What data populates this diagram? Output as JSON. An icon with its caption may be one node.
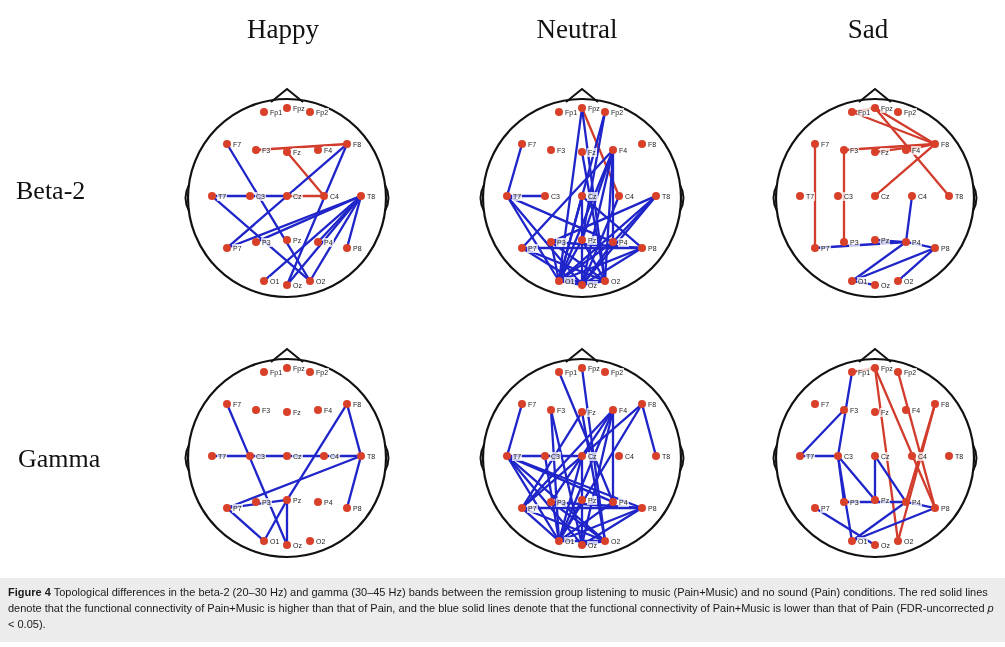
{
  "diagram": {
    "caption": "**Figure 4** Topological differences in the beta-2 (20–30 Hz) and gamma (30–45 Hz) bands between the remission group listening to music (Pain+Music) and no sound (Pain) conditions. The red solid lines denote that the functional connectivity of Pain+Music is higher than that of Pain, and the blue solid lines denote that the functional connectivity of Pain+Music is lower than that of Pain (FDR-uncorrected *p* < 0.05).",
    "nodes": [
      {
        "text": [],
        "shape": "circle"
      },
      {
        "text": [
          "Fp1"
        ],
        "in": 0
      },
      {
        "text": [
          "Fpz"
        ],
        "in": 0
      },
      {
        "text": [
          "Fp2"
        ],
        "in": 0
      },
      {
        "text": [
          "F7"
        ],
        "in": 0
      },
      {
        "text": [
          "F3"
        ],
        "in": 0
      },
      {
        "text": [
          "Fz"
        ],
        "in": 0
      },
      {
        "text": [
          "F4"
        ],
        "in": 0
      },
      {
        "text": [
          "F8"
        ],
        "in": 0
      },
      {
        "text": [
          "T7"
        ],
        "in": 0
      },
      {
        "text": [
          "C3"
        ],
        "in": 0
      },
      {
        "text": [
          "Cz"
        ],
        "in": 0
      },
      {
        "text": [
          "C4"
        ],
        "in": 0
      },
      {
        "text": [
          "T8"
        ],
        "in": 0
      },
      {
        "text": [
          "P7"
        ],
        "in": 0
      },
      {
        "text": [
          "P3"
        ],
        "in": 0
      },
      {
        "text": [
          "Pz"
        ],
        "in": 0
      },
      {
        "text": [
          "P4"
        ],
        "in": 0
      },
      {
        "text": [
          "P8"
        ],
        "in": 0
      },
      {
        "text": [
          "O1"
        ],
        "in": 0
      },
      {
        "text": [
          "Oz"
        ],
        "in": 0
      },
      {
        "text": [
          "O2"
        ],
        "in": 0
      },
      {
        "text": [],
        "shape": "circle"
      },
      {
        "text": [
          "Fp1"
        ],
        "in": 22
      },
      {
        "text": [
          "Fpz"
        ],
        "in": 22
      },
      {
        "text": [
          "Fp2"
        ],
        "in": 22
      },
      {
        "text": [
          "F7"
        ],
        "in": 22
      },
      {
        "text": [
          "F3"
        ],
        "in": 22
      },
      {
        "text": [
          "Fz"
        ],
        "in": 22
      },
      {
        "text": [
          "F4"
        ],
        "in": 22
      },
      {
        "text": [
          "F8"
        ],
        "in": 22
      },
      {
        "text": [
          "T7"
        ],
        "in": 22
      },
      {
        "text": [
          "C3"
        ],
        "in": 22
      },
      {
        "text": [
          "Cz"
        ],
        "in": 22
      },
      {
        "text": [
          "C4"
        ],
        "in": 22
      },
      {
        "text": [
          "T8"
        ],
        "in": 22
      },
      {
        "text": [
          "P7"
        ],
        "in": 22
      },
      {
        "text": [
          "P3"
        ],
        "in": 22
      },
      {
        "text": [
          "Pz"
        ],
        "in": 22
      },
      {
        "text": [
          "P4"
        ],
        "in": 22
      },
      {
        "text": [
          "P8"
        ],
        "in": 22
      },
      {
        "text": [
          "O1"
        ],
        "in": 22
      },
      {
        "text": [
          "Oz"
        ],
        "in": 22
      },
      {
        "text": [
          "O2"
        ],
        "in": 22
      },
      {
        "text": [],
        "shape": "circle"
      },
      {
        "text": [
          "Fp1"
        ],
        "in": 44
      },
      {
        "text": [
          "Fpz"
        ],
        "in": 44
      },
      {
        "text": [
          "Fp2"
        ],
        "in": 44
      },
      {
        "text": [
          "F7"
        ],
        "in": 44
      },
      {
        "text": [
          "F3"
        ],
        "in": 44
      },
      {
        "text": [
          "Fz"
        ],
        "in": 44
      },
      {
        "text": [
          "F4"
        ],
        "in": 44
      },
      {
        "text": [
          "F8"
        ],
        "in": 44
      },
      {
        "text": [
          "T7"
        ],
        "in": 44
      },
      {
        "text": [
          "C3"
        ],
        "in": 44
      },
      {
        "text": [
          "Cz"
        ],
        "in": 44
      },
      {
        "text": [
          "C4"
        ],
        "in": 44
      },
      {
        "text": [
          "T8"
        ],
        "in": 44
      },
      {
        "text": [
          "P7"
        ],
        "in": 44
      },
      {
        "text": [
          "P3"
        ],
        "in": 44
      },
      {
        "text": [
          "Pz"
        ],
        "in": 44
      },
      {
        "text": [
          "P4"
        ],
        "in": 44
      },
      {
        "text": [
          "P8"
        ],
        "in": 44
      },
      {
        "text": [
          "O1"
        ],
        "in": 44
      },
      {
        "text": [
          "Oz"
        ],
        "in": 44
      },
      {
        "text": [
          "O2"
        ],
        "in": 44
      },
      {
        "text": [],
        "shape": "circle"
      },
      {
        "text": [
          "Fp1"
        ],
        "in": 66
      },
      {
        "text": [
          "Fpz"
        ],
        "in": 66
      },
      {
        "text": [
          "Fp2"
        ],
        "in": 66
      },
      {
        "text": [
          "F7"
        ],
        "in": 66
      },
      {
        "text": [
          "F3"
        ],
        "in": 66
      },
      {
        "text": [
          "Fz"
        ],
        "in": 66
      },
      {
        "text": [
          "F4"
        ],
        "in": 66
      },
      {
        "text": [
          "F8"
        ],
        "in": 66
      },
      {
        "text": [
          "T7"
        ],
        "in": 66
      },
      {
        "text": [
          "C3"
        ],
        "in": 66
      },
      {
        "text": [
          "Cz"
        ],
        "in": 66
      },
      {
        "text": [
          "C4"
        ],
        "in": 66
      },
      {
        "text": [
          "T8"
        ],
        "in": 66
      },
      {
        "text": [
          "P7"
        ],
        "in": 66
      },
      {
        "text": [
          "P3"
        ],
        "in": 66
      },
      {
        "text": [
          "Pz"
        ],
        "in": 66
      },
      {
        "text": [
          "P4"
        ],
        "in": 66
      },
      {
        "text": [
          "P8"
        ],
        "in": 66
      },
      {
        "text": [
          "O1"
        ],
        "in": 66
      },
      {
        "text": [
          "Oz"
        ],
        "in": 66
      },
      {
        "text": [
          "O2"
        ],
        "in": 66
      },
      {
        "text": [],
        "shape": "circle"
      },
      {
        "text": [
          "Fp1"
        ],
        "in": 88
      },
      {
        "text": [
          "Fpz"
        ],
        "in": 88
      },
      {
        "text": [
          "Fp2"
        ],
        "in": 88
      },
      {
        "text": [
          "F7"
        ],
        "in": 88
      },
      {
        "text": [
          "F3"
        ],
        "in": 88
      },
      {
        "text": [
          "Fz"
        ],
        "in": 88
      },
      {
        "text": [
          "F4"
        ],
        "in": 88
      },
      {
        "text": [
          "F8"
        ],
        "in": 88
      },
      {
        "text": [
          "T7"
        ],
        "in": 88
      },
      {
        "text": [
          "C3"
        ],
        "in": 88
      },
      {
        "text": [
          "Cz"
        ],
        "in": 88
      },
      {
        "text": [
          "C4"
        ],
        "in": 88
      },
      {
        "text": [
          "T8"
        ],
        "in": 88
      },
      {
        "text": [
          "P7"
        ],
        "in": 88
      },
      {
        "text": [
          "P3"
        ],
        "in": 88
      },
      {
        "text": [
          "Pz"
        ],
        "in": 88
      },
      {
        "text": [
          "P4"
        ],
        "in": 88
      },
      {
        "text": [
          "P8"
        ],
        "in": 88
      },
      {
        "text": [
          "O1"
        ],
        "in": 88
      },
      {
        "text": [
          "Oz"
        ],
        "in": 88
      },
      {
        "text": [
          "O2"
        ],
        "in": 88
      },
      {
        "text": [],
        "shape": "circle"
      },
      {
        "text": [
          "Fp1"
        ],
        "in": 110
      },
      {
        "text": [
          "Fpz"
        ],
        "in": 110
      },
      {
        "text": [
          "Fp2"
        ],
        "in": 110
      },
      {
        "text": [
          "F7"
        ],
        "in": 110
      },
      {
        "text": [
          "F3"
        ],
        "in": 110
      },
      {
        "text": [
          "Fz"
        ],
        "in": 110
      },
      {
        "text": [
          "F4"
        ],
        "in": 110
      },
      {
        "text": [
          "F8"
        ],
        "in": 110
      },
      {
        "text": [
          "T7"
        ],
        "in": 110
      },
      {
        "text": [
          "C3"
        ],
        "in": 110
      },
      {
        "text": [
          "Cz"
        ],
        "in": 110
      },
      {
        "text": [
          "C4"
        ],
        "in": 110
      },
      {
        "text": [
          "T8"
        ],
        "in": 110
      },
      {
        "text": [
          "P7"
        ],
        "in": 110
      },
      {
        "text": [
          "P3"
        ],
        "in": 110
      },
      {
        "text": [
          "Pz"
        ],
        "in": 110
      },
      {
        "text": [
          "P4"
        ],
        "in": 110
      },
      {
        "text": [
          "P8"
        ],
        "in": 110
      },
      {
        "text": [
          "O1"
        ],
        "in": 110
      },
      {
        "text": [
          "Oz"
        ],
        "in": 110
      },
      {
        "text": [
          "O2"
        ],
        "in": 110
      }
    ],
    "edges": [
      {
        "from": 5,
        "to": 8,
        "arrow": "none",
        "color": "#d23c2c"
      },
      {
        "from": 6,
        "to": 12,
        "arrow": "none",
        "color": "#d23c2c"
      },
      {
        "from": 11,
        "to": 12,
        "arrow": "none",
        "color": "#d23c2c"
      },
      {
        "from": 9,
        "to": 11,
        "arrow": "none"
      },
      {
        "from": 9,
        "to": 21,
        "arrow": "none"
      },
      {
        "from": 4,
        "to": 21,
        "arrow": "none"
      },
      {
        "from": 14,
        "to": 8,
        "arrow": "none"
      },
      {
        "from": 20,
        "to": 8,
        "arrow": "none"
      },
      {
        "from": 13,
        "to": 14,
        "arrow": "none"
      },
      {
        "from": 13,
        "to": 15,
        "arrow": "none"
      },
      {
        "from": 13,
        "to": 19,
        "arrow": "none"
      },
      {
        "from": 13,
        "to": 20,
        "arrow": "none"
      },
      {
        "from": 13,
        "to": 17,
        "arrow": "none"
      },
      {
        "from": 13,
        "to": 21,
        "arrow": "none"
      },
      {
        "from": 13,
        "to": 18,
        "arrow": "none"
      },
      {
        "from": 24,
        "to": 34,
        "arrow": "none",
        "color": "#d23c2c"
      },
      {
        "from": 26,
        "to": 31,
        "arrow": "none"
      },
      {
        "from": 31,
        "to": 32,
        "arrow": "none"
      },
      {
        "from": 24,
        "to": 41,
        "arrow": "none"
      },
      {
        "from": 24,
        "to": 43,
        "arrow": "none"
      },
      {
        "from": 25,
        "to": 38,
        "arrow": "none"
      },
      {
        "from": 25,
        "to": 41,
        "arrow": "none"
      },
      {
        "from": 28,
        "to": 43,
        "arrow": "none"
      },
      {
        "from": 29,
        "to": 36,
        "arrow": "none"
      },
      {
        "from": 29,
        "to": 41,
        "arrow": "none"
      },
      {
        "from": 29,
        "to": 42,
        "arrow": "none"
      },
      {
        "from": 29,
        "to": 43,
        "arrow": "none"
      },
      {
        "from": 29,
        "to": 39,
        "arrow": "none"
      },
      {
        "from": 29,
        "to": 38,
        "arrow": "none"
      },
      {
        "from": 31,
        "to": 39,
        "arrow": "none"
      },
      {
        "from": 31,
        "to": 41,
        "arrow": "none"
      },
      {
        "from": 31,
        "to": 42,
        "arrow": "none"
      },
      {
        "from": 33,
        "to": 41,
        "arrow": "none"
      },
      {
        "from": 33,
        "to": 42,
        "arrow": "none"
      },
      {
        "from": 33,
        "to": 40,
        "arrow": "none"
      },
      {
        "from": 34,
        "to": 42,
        "arrow": "none"
      },
      {
        "from": 35,
        "to": 37,
        "arrow": "none"
      },
      {
        "from": 35,
        "to": 41,
        "arrow": "none"
      },
      {
        "from": 35,
        "to": 42,
        "arrow": "none"
      },
      {
        "from": 35,
        "to": 39,
        "arrow": "none"
      },
      {
        "from": 36,
        "to": 40,
        "arrow": "none"
      },
      {
        "from": 36,
        "to": 42,
        "arrow": "none"
      },
      {
        "from": 36,
        "to": 43,
        "arrow": "none"
      },
      {
        "from": 37,
        "to": 40,
        "arrow": "none"
      },
      {
        "from": 37,
        "to": 43,
        "arrow": "none"
      },
      {
        "from": 37,
        "to": 41,
        "arrow": "none"
      },
      {
        "from": 38,
        "to": 41,
        "arrow": "none"
      },
      {
        "from": 38,
        "to": 43,
        "arrow": "none"
      },
      {
        "from": 39,
        "to": 41,
        "arrow": "none"
      },
      {
        "from": 39,
        "to": 42,
        "arrow": "none"
      },
      {
        "from": 40,
        "to": 41,
        "arrow": "none"
      },
      {
        "from": 40,
        "to": 42,
        "arrow": "none"
      },
      {
        "from": 41,
        "to": 42,
        "arrow": "none"
      },
      {
        "from": 41,
        "to": 43,
        "arrow": "none"
      },
      {
        "from": 42,
        "to": 43,
        "arrow": "none"
      },
      {
        "from": 45,
        "to": 46,
        "arrow": "none",
        "color": "#d23c2c"
      },
      {
        "from": 45,
        "to": 52,
        "arrow": "none",
        "color": "#d23c2c"
      },
      {
        "from": 46,
        "to": 52,
        "arrow": "none",
        "color": "#d23c2c"
      },
      {
        "from": 46,
        "to": 57,
        "arrow": "none",
        "color": "#d23c2c"
      },
      {
        "from": 49,
        "to": 52,
        "arrow": "none",
        "color": "#d23c2c"
      },
      {
        "from": 50,
        "to": 52,
        "arrow": "none",
        "color": "#d23c2c"
      },
      {
        "from": 51,
        "to": 52,
        "arrow": "none",
        "color": "#d23c2c"
      },
      {
        "from": 55,
        "to": 52,
        "arrow": "none",
        "color": "#d23c2c"
      },
      {
        "from": 49,
        "to": 59,
        "arrow": "none",
        "color": "#d23c2c"
      },
      {
        "from": 48,
        "to": 58,
        "arrow": "none",
        "color": "#d23c2c"
      },
      {
        "from": 58,
        "to": 61,
        "arrow": "none"
      },
      {
        "from": 60,
        "to": 61,
        "arrow": "none"
      },
      {
        "from": 56,
        "to": 61,
        "arrow": "none"
      },
      {
        "from": 61,
        "to": 62,
        "arrow": "none"
      },
      {
        "from": 61,
        "to": 63,
        "arrow": "none"
      },
      {
        "from": 62,
        "to": 63,
        "arrow": "none"
      },
      {
        "from": 63,
        "to": 64,
        "arrow": "none"
      },
      {
        "from": 62,
        "to": 65,
        "arrow": "none"
      },
      {
        "from": 70,
        "to": 86,
        "arrow": "none"
      },
      {
        "from": 75,
        "to": 79,
        "arrow": "none"
      },
      {
        "from": 74,
        "to": 79,
        "arrow": "none"
      },
      {
        "from": 74,
        "to": 82,
        "arrow": "none"
      },
      {
        "from": 79,
        "to": 80,
        "arrow": "none"
      },
      {
        "from": 79,
        "to": 84,
        "arrow": "none"
      },
      {
        "from": 80,
        "to": 82,
        "arrow": "none"
      },
      {
        "from": 80,
        "to": 85,
        "arrow": "none"
      },
      {
        "from": 82,
        "to": 85,
        "arrow": "none"
      },
      {
        "from": 82,
        "to": 86,
        "arrow": "none"
      },
      {
        "from": 89,
        "to": 105,
        "arrow": "none"
      },
      {
        "from": 90,
        "to": 109,
        "arrow": "none"
      },
      {
        "from": 92,
        "to": 97,
        "arrow": "none"
      },
      {
        "from": 93,
        "to": 107,
        "arrow": "none"
      },
      {
        "from": 93,
        "to": 108,
        "arrow": "none"
      },
      {
        "from": 94,
        "to": 102,
        "arrow": "none"
      },
      {
        "from": 94,
        "to": 109,
        "arrow": "none"
      },
      {
        "from": 95,
        "to": 102,
        "arrow": "none"
      },
      {
        "from": 95,
        "to": 103,
        "arrow": "none"
      },
      {
        "from": 95,
        "to": 107,
        "arrow": "none"
      },
      {
        "from": 95,
        "to": 108,
        "arrow": "none"
      },
      {
        "from": 95,
        "to": 105,
        "arrow": "none"
      },
      {
        "from": 96,
        "to": 101,
        "arrow": "none"
      },
      {
        "from": 96,
        "to": 102,
        "arrow": "none"
      },
      {
        "from": 96,
        "to": 107,
        "arrow": "none"
      },
      {
        "from": 97,
        "to": 99,
        "arrow": "none"
      },
      {
        "from": 97,
        "to": 106,
        "arrow": "none"
      },
      {
        "from": 97,
        "to": 107,
        "arrow": "none"
      },
      {
        "from": 97,
        "to": 108,
        "arrow": "none"
      },
      {
        "from": 97,
        "to": 109,
        "arrow": "none"
      },
      {
        "from": 97,
        "to": 105,
        "arrow": "none"
      },
      {
        "from": 98,
        "to": 107,
        "arrow": "none"
      },
      {
        "from": 99,
        "to": 107,
        "arrow": "none"
      },
      {
        "from": 99,
        "to": 108,
        "arrow": "none"
      },
      {
        "from": 102,
        "to": 106,
        "arrow": "none"
      },
      {
        "from": 102,
        "to": 107,
        "arrow": "none"
      },
      {
        "from": 102,
        "to": 109,
        "arrow": "none"
      },
      {
        "from": 103,
        "to": 106,
        "arrow": "none"
      },
      {
        "from": 103,
        "to": 109,
        "arrow": "none"
      },
      {
        "from": 104,
        "to": 107,
        "arrow": "none"
      },
      {
        "from": 105,
        "to": 107,
        "arrow": "none"
      },
      {
        "from": 106,
        "to": 107,
        "arrow": "none"
      },
      {
        "from": 106,
        "to": 108,
        "arrow": "none"
      },
      {
        "from": 107,
        "to": 109,
        "arrow": "none"
      },
      {
        "from": 108,
        "to": 109,
        "arrow": "none"
      },
      {
        "from": 111,
        "to": 112,
        "arrow": "none",
        "color": "#d23c2c"
      },
      {
        "from": 112,
        "to": 131,
        "arrow": "none",
        "color": "#d23c2c"
      },
      {
        "from": 112,
        "to": 128,
        "arrow": "none",
        "color": "#d23c2c"
      },
      {
        "from": 113,
        "to": 128,
        "arrow": "none",
        "color": "#d23c2c"
      },
      {
        "from": 118,
        "to": 127,
        "arrow": "none",
        "color": "#d23c2c"
      },
      {
        "from": 118,
        "to": 131,
        "arrow": "none",
        "color": "#d23c2c"
      },
      {
        "from": 111,
        "to": 120,
        "arrow": "none"
      },
      {
        "from": 119,
        "to": 115,
        "arrow": "none"
      },
      {
        "from": 119,
        "to": 120,
        "arrow": "none"
      },
      {
        "from": 120,
        "to": 125,
        "arrow": "none"
      },
      {
        "from": 120,
        "to": 126,
        "arrow": "none"
      },
      {
        "from": 120,
        "to": 129,
        "arrow": "none"
      },
      {
        "from": 121,
        "to": 126,
        "arrow": "none"
      },
      {
        "from": 121,
        "to": 127,
        "arrow": "none"
      },
      {
        "from": 125,
        "to": 127,
        "arrow": "none"
      },
      {
        "from": 124,
        "to": 130,
        "arrow": "none"
      },
      {
        "from": 127,
        "to": 129,
        "arrow": "none"
      },
      {
        "from": 128,
        "to": 129,
        "arrow": "none"
      },
      {
        "from": 127,
        "to": 128,
        "arrow": "none"
      }
    ],
    "labels": [
      "Happy",
      "Neutral",
      "Sad",
      "Beta-2",
      "Gamma"
    ]
  }
}
